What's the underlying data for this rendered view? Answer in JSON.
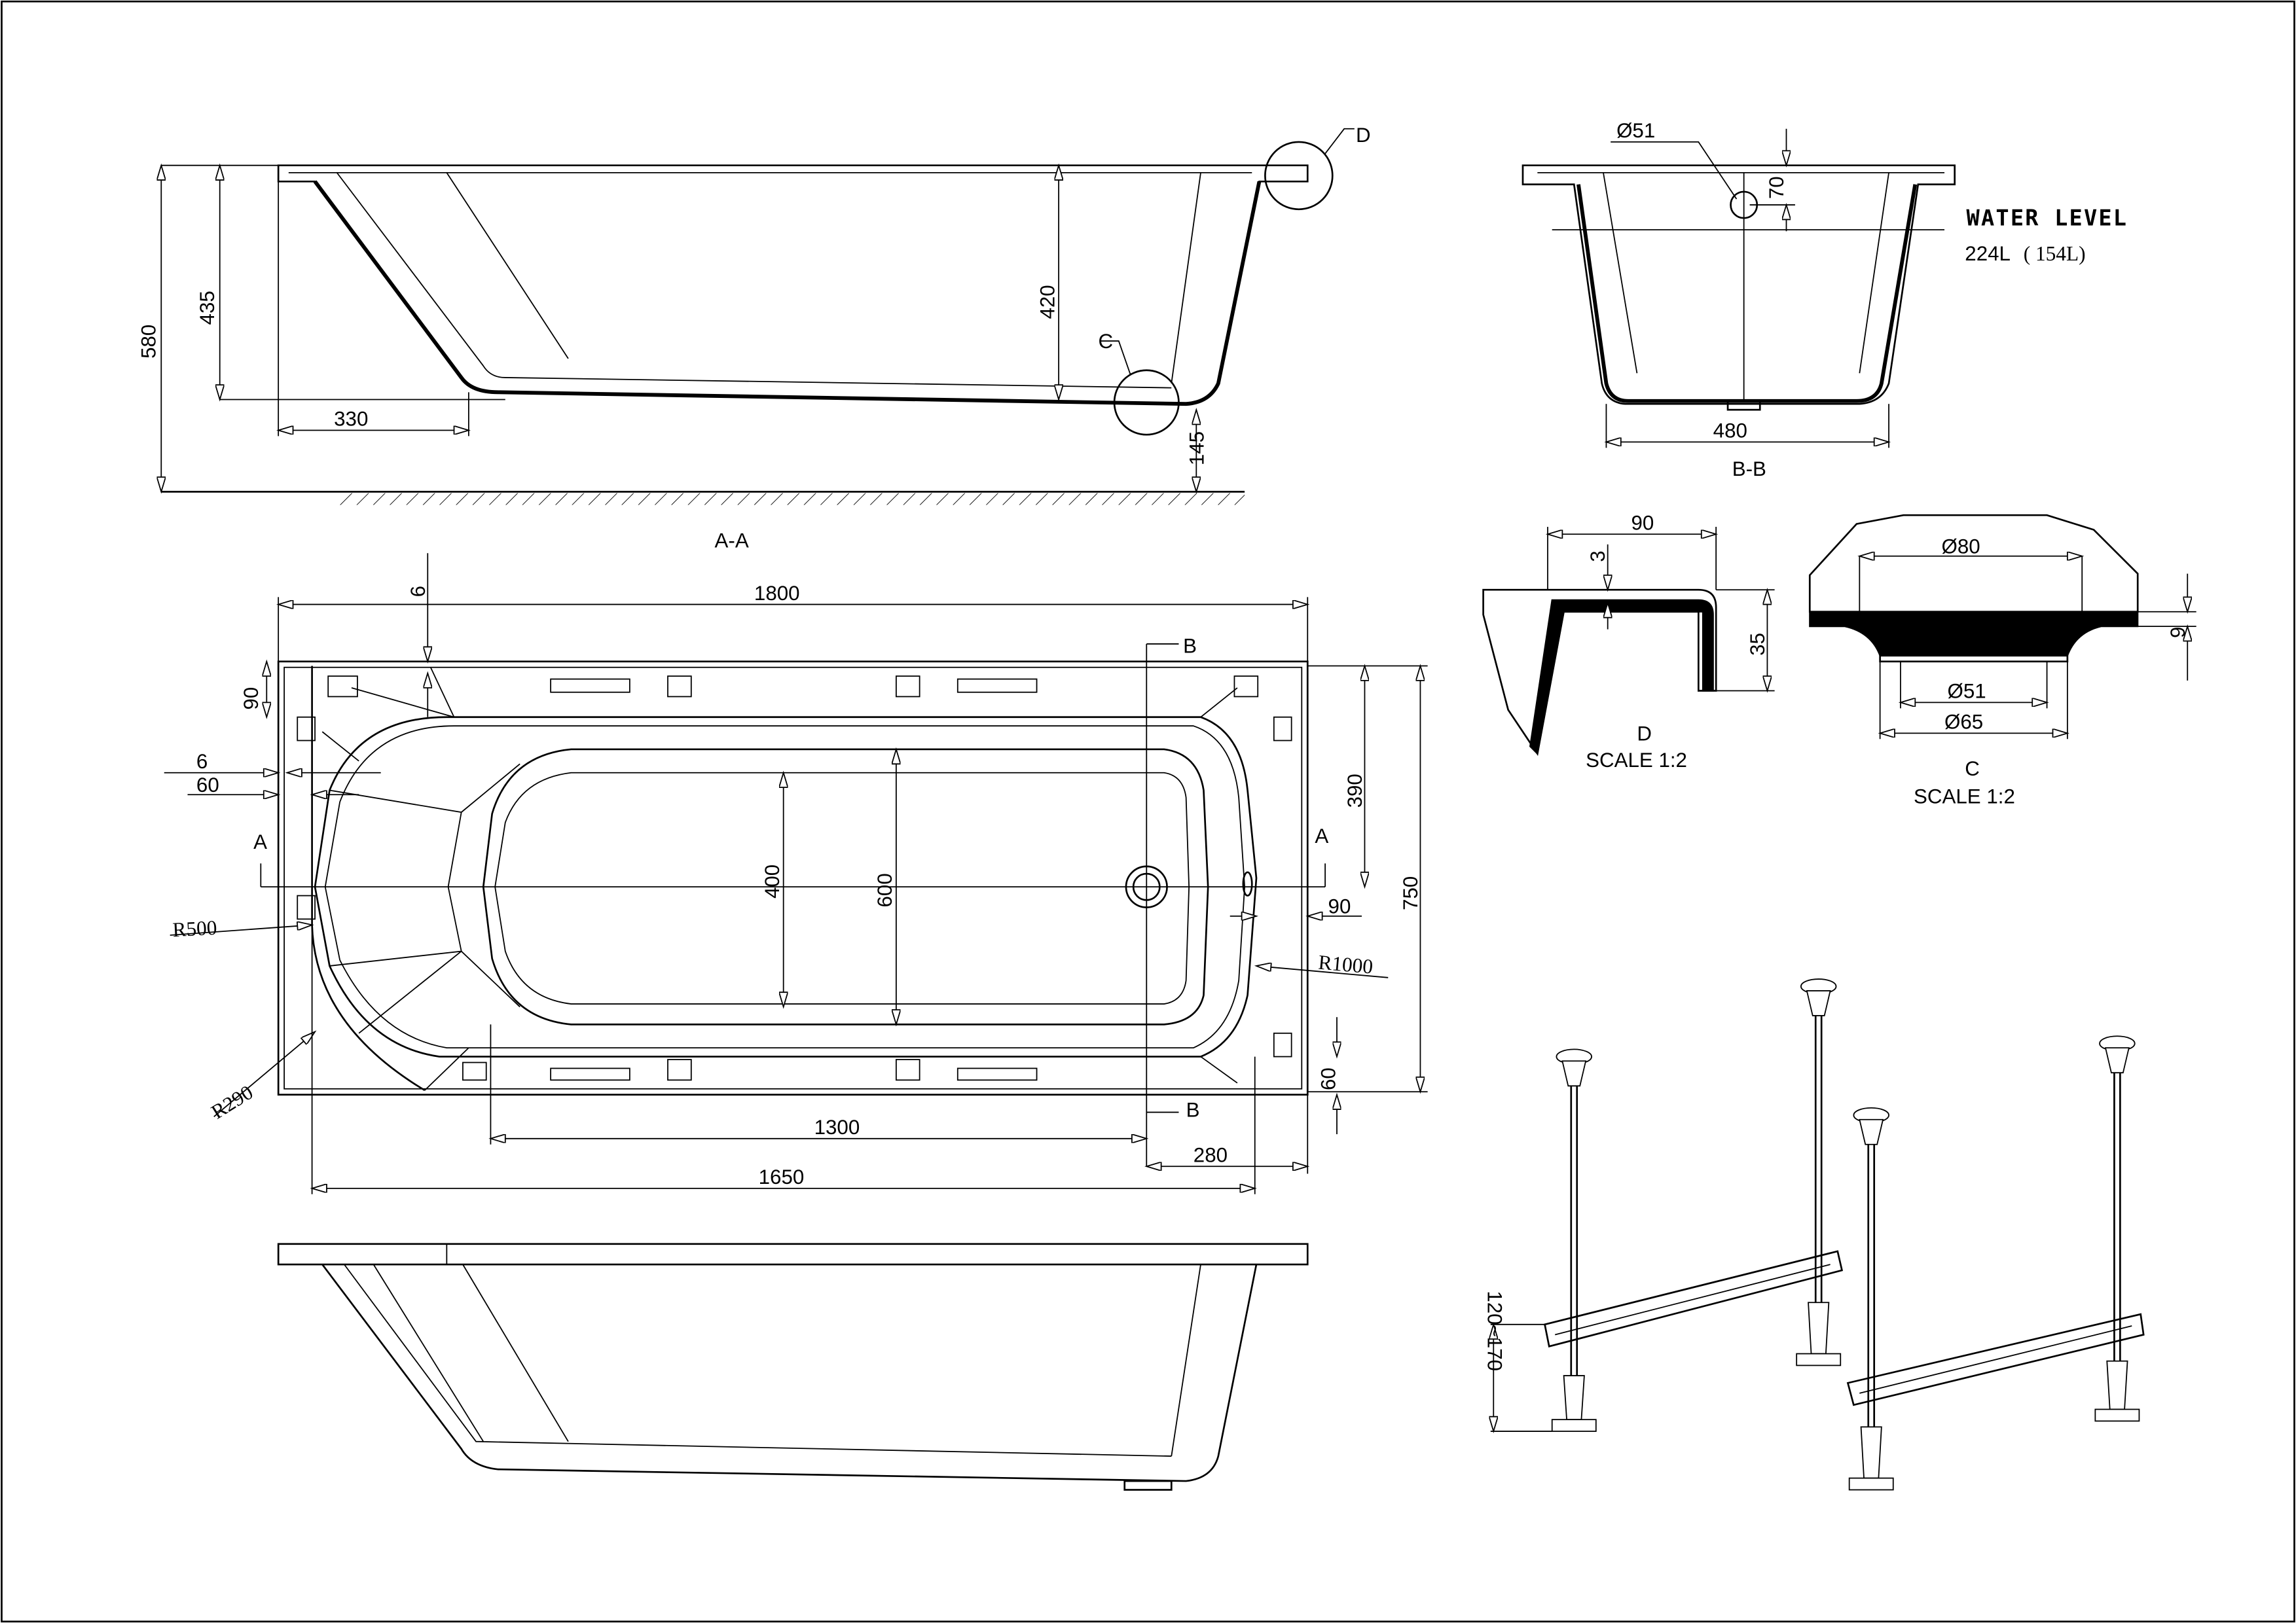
{
  "section_aa": {
    "title": "A-A",
    "dims": [
      "580",
      "435",
      "330",
      "420",
      "145"
    ],
    "callouts": [
      "C",
      "D"
    ]
  },
  "plan": {
    "dims": [
      "1800",
      "6",
      "90",
      "6",
      "60",
      "R500",
      "R290",
      "400",
      "600",
      "390",
      "750",
      "90",
      "R1000",
      "60",
      "1300",
      "280",
      "1650"
    ],
    "section_marks": [
      "A",
      "A",
      "B",
      "B"
    ]
  },
  "section_bb": {
    "title": "B-B",
    "dims": [
      "Ø51",
      "70",
      "480"
    ],
    "water_level_label": "WATER LEVEL",
    "water_level_value": "224L",
    "water_level_alt": "( 154L)"
  },
  "detail_d": {
    "title": "D",
    "scale": "SCALE 1:2",
    "dims": [
      "90",
      "3",
      "35"
    ]
  },
  "detail_c": {
    "title": "C",
    "scale": "SCALE 1:2",
    "dims": [
      "Ø80",
      "Ø51",
      "Ø65",
      "9"
    ]
  },
  "legs": {
    "dims": [
      "120~170"
    ]
  }
}
